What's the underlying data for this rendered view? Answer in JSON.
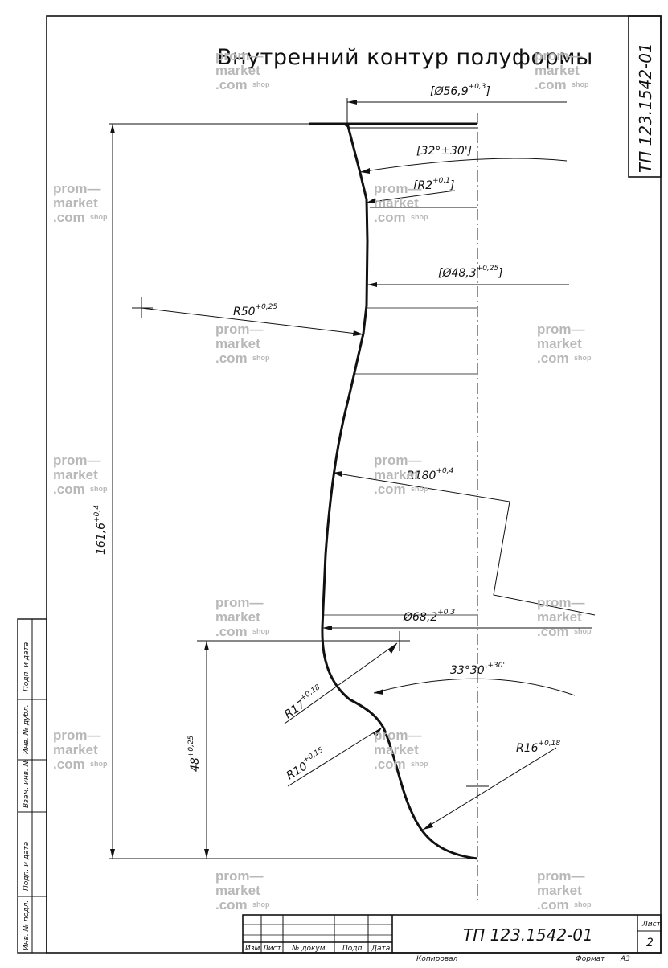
{
  "title": "Внутренний контур полуформы",
  "doc_code": "ТП 123.1542-01",
  "side_code": "ТП 123.1542-01",
  "dimensions": {
    "d_top": {
      "text": "[Ø56,9",
      "tol": "+0,3",
      "close": "]"
    },
    "angle_top": {
      "text": "[32°±30']"
    },
    "r2": {
      "text": "[R2",
      "tol": "+0,1",
      "close": "]"
    },
    "d_48": {
      "text": "[Ø48,3",
      "tol": "+0,25",
      "close": "]"
    },
    "r50": {
      "text": "R50",
      "tol": "+0,25"
    },
    "r180": {
      "text": "R180",
      "tol": "+0,4"
    },
    "height": {
      "text": "161,6",
      "tol": "+0,4"
    },
    "d_68": {
      "text": "Ø68,2",
      "tol": "+0,3"
    },
    "angle_bottom": {
      "text": "33°30'",
      "tol": "+30'"
    },
    "r17": {
      "text": "R17",
      "tol": "+0,18"
    },
    "r10": {
      "text": "R10",
      "tol": "+0,15"
    },
    "r16": {
      "text": "R16",
      "tol": "+0,18"
    },
    "h48": {
      "text": "48",
      "tol": "+0,25"
    }
  },
  "title_block": {
    "headers": [
      "Изм.",
      "Лист",
      "№ докум.",
      "Подп.",
      "Дата"
    ],
    "sheet_label": "Лист",
    "sheet_number": "2",
    "copied": "Копировал",
    "format_label": "Формат",
    "format_value": "А3"
  },
  "left_strip": {
    "labels": [
      "Подп. и дата",
      "Инв. № дубл.",
      "Взам. инв. №",
      "Подп. и дата",
      "Инв. № подл."
    ]
  },
  "watermark": {
    "line1": "prom—",
    "line2": "market",
    "line3": ".com",
    "suffix": "shop"
  }
}
